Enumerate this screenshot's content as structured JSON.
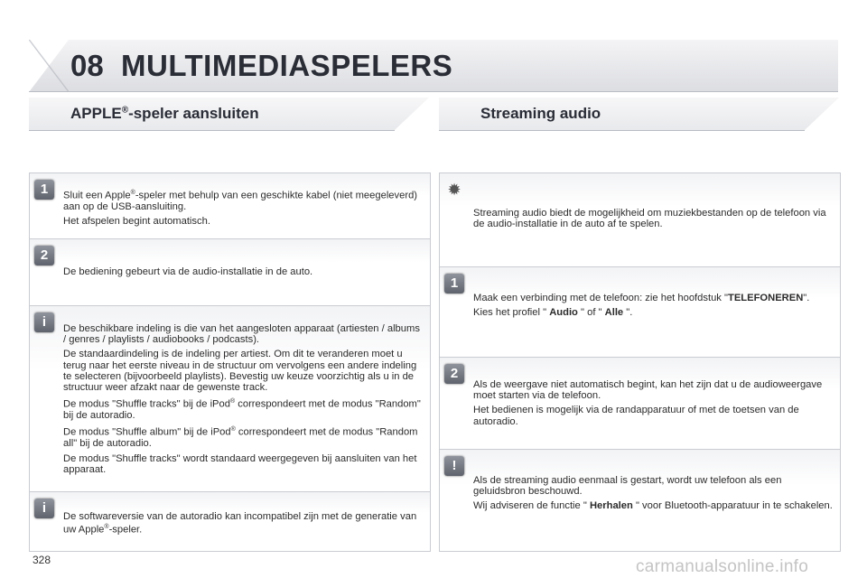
{
  "header": {
    "chapter_number": "08",
    "chapter_title": "MULTIMEDIASPELERS"
  },
  "left": {
    "title": "APPLE",
    "title_sup": "®",
    "title_rest": "-speler aansluiten",
    "rows": [
      {
        "icon": "1",
        "p1a": "Sluit een Apple",
        "p1b": "-speler met behulp van een geschikte kabel (niet meegeleverd) aan op de USB-aansluiting.",
        "p2": "Het afspelen begint automatisch."
      },
      {
        "icon": "2",
        "p1": "De bediening gebeurt via de audio-installatie in de auto."
      },
      {
        "icon": "i",
        "p1": "De beschikbare indeling is die van het aangesloten apparaat (artiesten / albums / genres / playlists / audiobooks / podcasts).",
        "p2": "De standaardindeling is de indeling per artiest. Om dit te veranderen moet u terug naar het eerste niveau in de structuur om vervolgens een andere indeling te selecteren (bijvoorbeeld playlists). Bevestig uw keuze voorzichtig als u in de structuur weer afzakt naar de gewenste track.",
        "p3a": "De modus \"Shuffle tracks\" bij de iPod",
        "p3b": " correspondeert met de modus \"Random\" bij de autoradio.",
        "p4a": "De modus \"Shuffle album\" bij de iPod",
        "p4b": " correspondeert met de modus \"Random all\" bij de autoradio.",
        "p5": "De modus \"Shuffle tracks\" wordt standaard weergegeven bij aansluiten van het apparaat."
      },
      {
        "icon": "i",
        "p1a": "De softwareversie van de autoradio kan incompatibel zijn met de generatie van uw Apple",
        "p1b": "-speler."
      }
    ]
  },
  "right": {
    "title": "Streaming audio",
    "rows": [
      {
        "icon": "✹",
        "p1": "Streaming audio biedt de mogelijkheid om muziekbestanden op de telefoon via de audio-installatie in de auto af te spelen."
      },
      {
        "icon": "1",
        "p1a": "Maak een verbinding met de telefoon: zie het hoofdstuk \"",
        "p1b": "TELEFONEREN",
        "p1c": "\".",
        "p2a": "Kies het profiel \" ",
        "p2b": "Audio",
        "p2c": " \" of \" ",
        "p2d": "Alle",
        "p2e": " \"."
      },
      {
        "icon": "2",
        "p1": "Als de weergave niet automatisch begint, kan het zijn dat u de audioweergave moet starten via de telefoon.",
        "p2": "Het bedienen is mogelijk via de randapparatuur of met de toetsen van de autoradio."
      },
      {
        "icon": "!",
        "p1": "Als de streaming audio eenmaal is gestart, wordt uw telefoon als een geluidsbron beschouwd.",
        "p2a": "Wij adviseren de functie \" ",
        "p2b": "Herhalen",
        "p2c": " \" voor Bluetooth-apparatuur in te schakelen."
      }
    ]
  },
  "reg": "®",
  "footer": {
    "page_number": "328",
    "watermark": "carmanualsonline.info"
  }
}
